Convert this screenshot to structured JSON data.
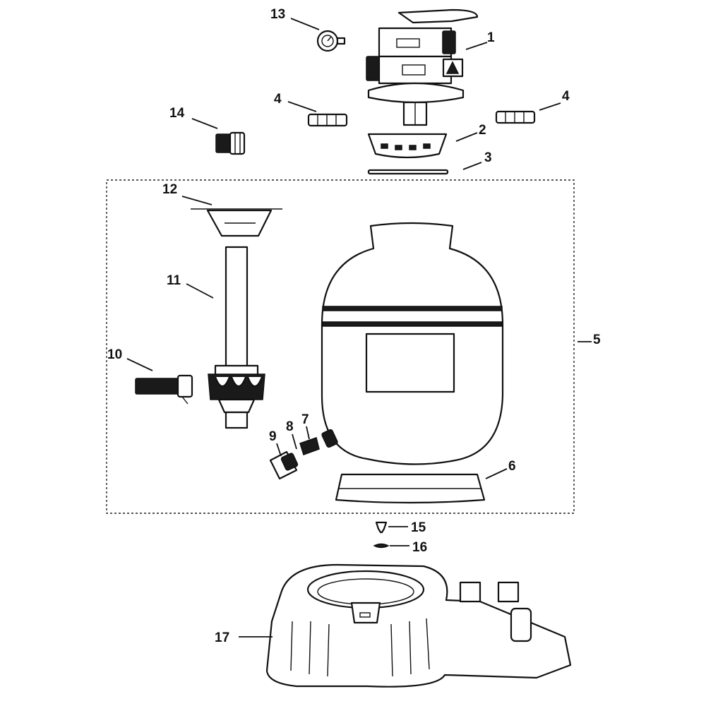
{
  "callouts": [
    {
      "id": "1",
      "label": "1"
    },
    {
      "id": "2",
      "label": "2"
    },
    {
      "id": "3",
      "label": "3"
    },
    {
      "id": "4a",
      "label": "4"
    },
    {
      "id": "4b",
      "label": "4"
    },
    {
      "id": "5",
      "label": "5"
    },
    {
      "id": "6",
      "label": "6"
    },
    {
      "id": "7",
      "label": "7"
    },
    {
      "id": "8",
      "label": "8"
    },
    {
      "id": "9",
      "label": "9"
    },
    {
      "id": "10",
      "label": "10"
    },
    {
      "id": "11",
      "label": "11"
    },
    {
      "id": "12",
      "label": "12"
    },
    {
      "id": "13",
      "label": "13"
    },
    {
      "id": "14",
      "label": "14"
    },
    {
      "id": "15",
      "label": "15"
    },
    {
      "id": "16",
      "label": "16"
    },
    {
      "id": "17",
      "label": "17"
    }
  ]
}
